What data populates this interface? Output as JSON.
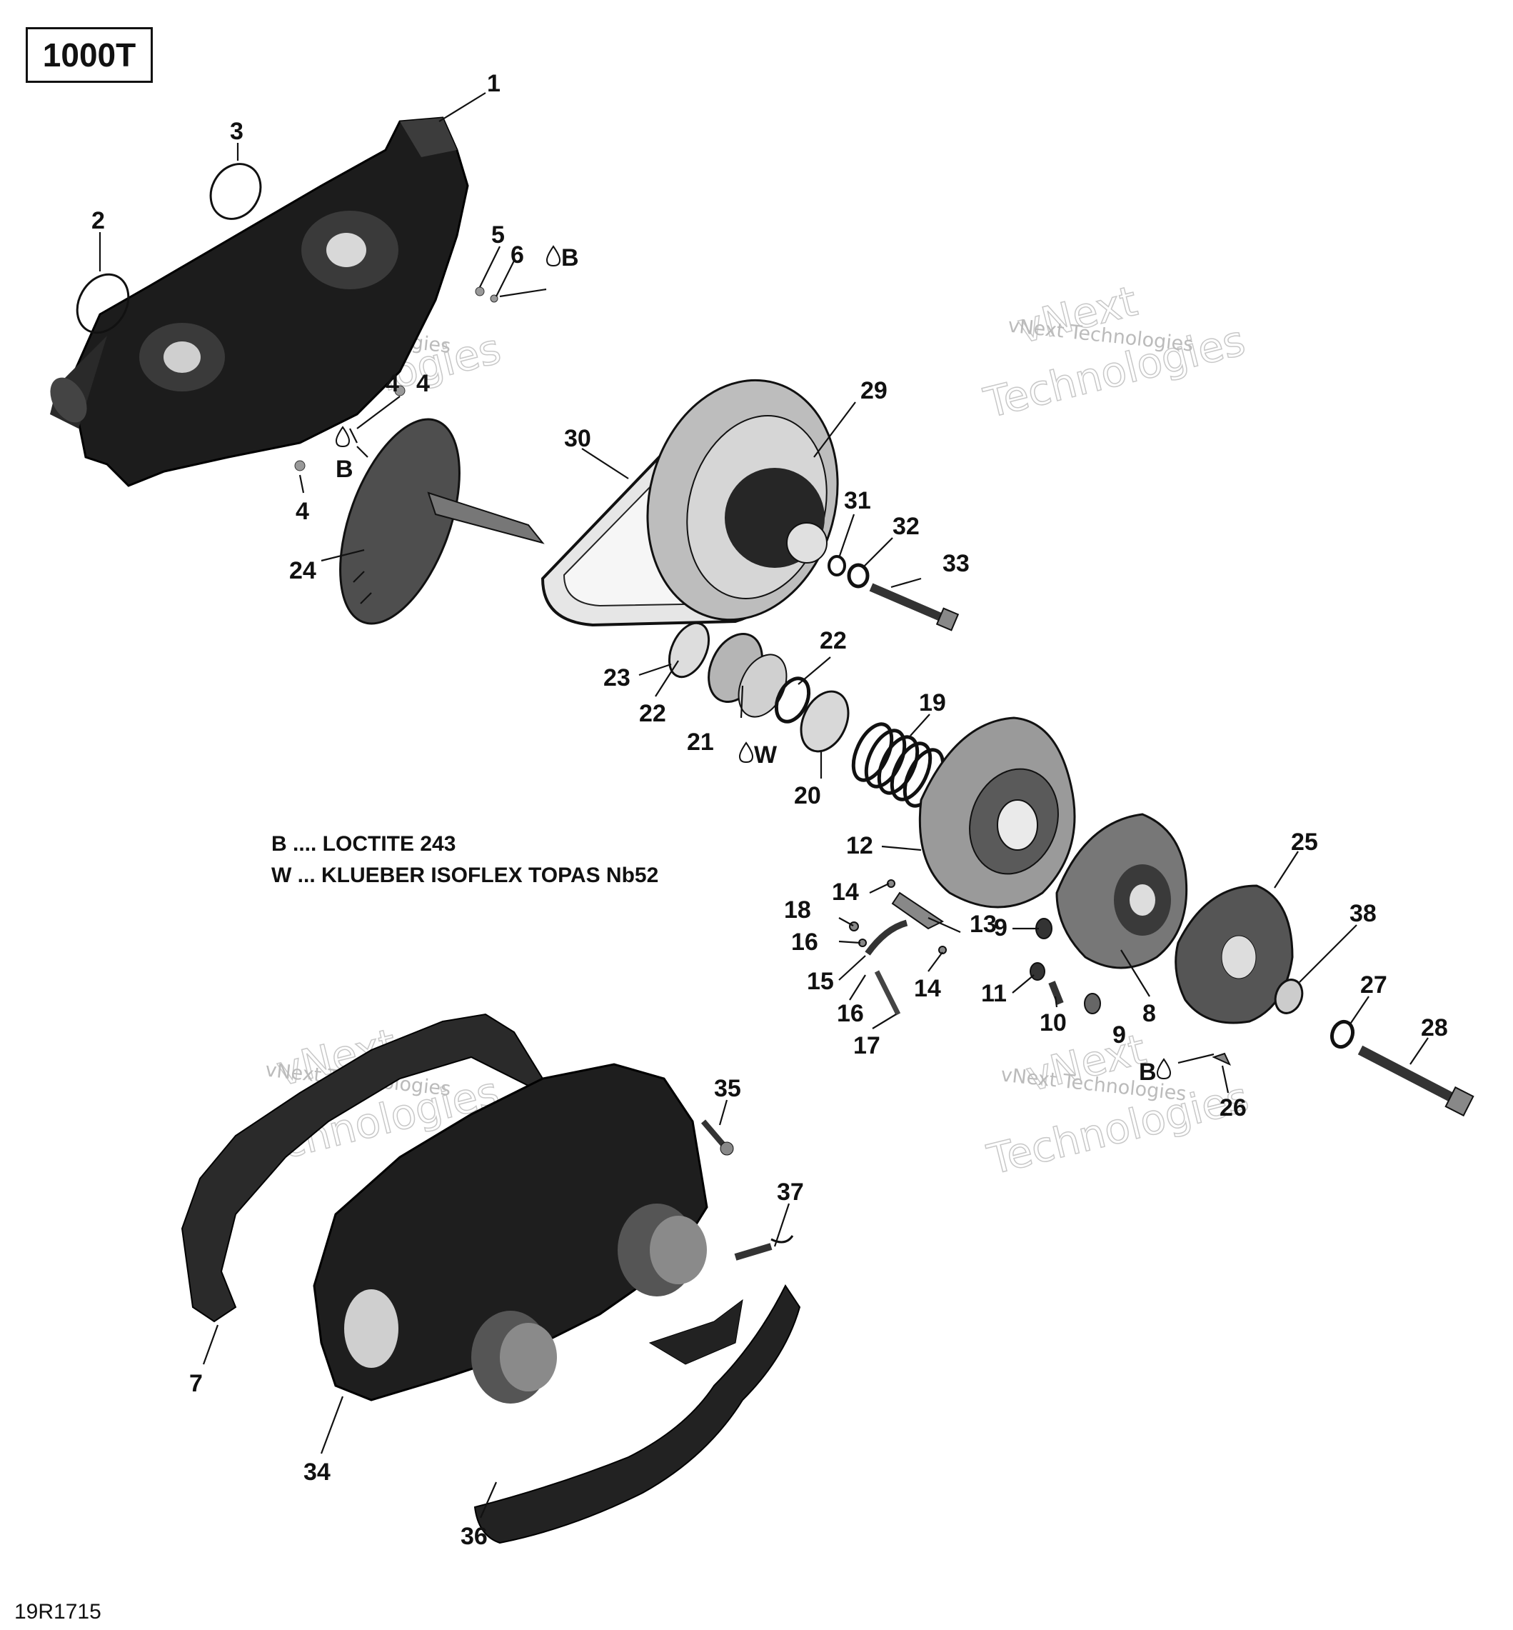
{
  "model_label": "1000T",
  "reference_code": "19R1715",
  "legend": [
    {
      "key": "B",
      "text": "B .... LOCTITE 243"
    },
    {
      "key": "W",
      "text": "W ... KLUEBER ISOFLEX TOPAS Nb52"
    }
  ],
  "callouts": [
    "1",
    "2",
    "3",
    "4",
    "4",
    "4",
    "5",
    "6",
    "7",
    "8",
    "9",
    "9",
    "10",
    "11",
    "12",
    "13",
    "14",
    "14",
    "15",
    "16",
    "16",
    "17",
    "18",
    "19",
    "20",
    "21",
    "22",
    "22",
    "23",
    "24",
    "25",
    "26",
    "27",
    "28",
    "29",
    "30",
    "31",
    "32",
    "33",
    "34",
    "35",
    "36",
    "37",
    "38"
  ],
  "markers": {
    "loctite": "B",
    "grease": "W"
  },
  "watermark": {
    "line1": "vNext",
    "line2": "Technologies",
    "small": "vNext Technologies"
  },
  "icons": [
    "drop-icon"
  ]
}
